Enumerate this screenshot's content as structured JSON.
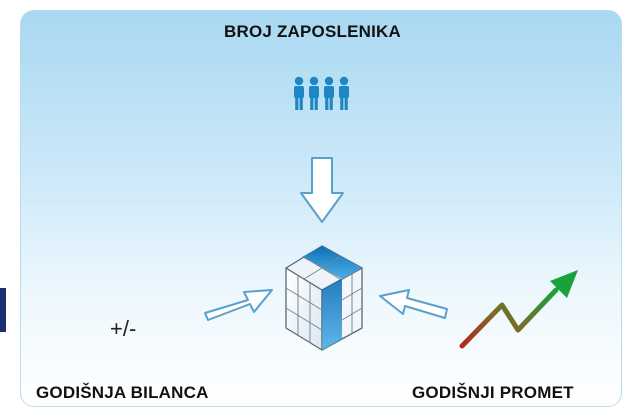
{
  "labels": {
    "top": "BROJ ZAPOSLENIKA",
    "bottom_left": "GODIŠNJA BILANCA",
    "bottom_right": "GODIŠNJI PROMET",
    "balance_symbol": "+/-"
  },
  "colors": {
    "people": "#1f86c4",
    "arrow_fill": "#ffffff",
    "arrow_stroke": "#5aa0cc",
    "trend_start": "#b22a1f",
    "trend_end": "#19a23a",
    "cube_blue": "#1f8ad0"
  },
  "icons": {
    "people": "people-group-icon",
    "company": "office-building-cube-icon",
    "trend": "growth-trend-arrow-icon"
  }
}
